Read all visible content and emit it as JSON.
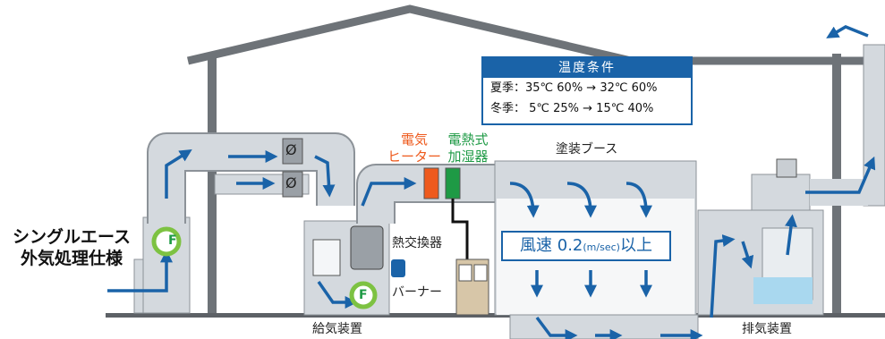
{
  "labels": {
    "outdoor_unit": "シングルエース\n外気処理仕様",
    "supply_unit": "給気装置",
    "exhaust_unit": "排気装置",
    "heat_exchanger": "熱交換器",
    "burner": "バーナー",
    "electric_heater": "電気\nヒーター",
    "electric_humidifier": "電熱式\n加湿器",
    "paint_booth": "塗装ブース",
    "fan_symbol": "F",
    "damper_symbol": "Ø"
  },
  "conditions": {
    "title": "温度条件",
    "summer": "夏季：35℃ 60% → 32℃ 60%",
    "winter": "冬季：  5℃ 25% → 15℃ 40%"
  },
  "airflow": {
    "text_main": "風速 0.2",
    "text_unit": "(m/sec)",
    "text_suffix": "以上"
  },
  "colors": {
    "arrow": "#1a63a8",
    "duct": "#d4d9de",
    "duct_edge": "#8c9298",
    "frame": "#6e7378",
    "heater": "#ee5a1d",
    "humidifier": "#1e9a45",
    "fan_ring": "#7dc242",
    "water": "#a9d8ef"
  }
}
